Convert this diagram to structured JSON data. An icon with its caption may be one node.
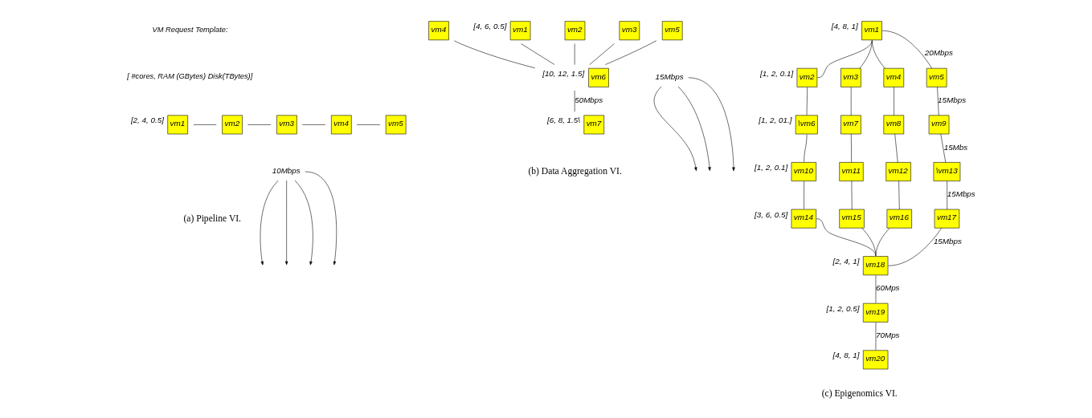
{
  "diagram": {
    "nodes": [
      {
        "text": [
          "vm1"
        ],
        "beside": [
          "[2, 4, 0.5]"
        ]
      },
      {
        "text": [
          "vm2"
        ]
      },
      {
        "text": [
          "vm3"
        ]
      },
      {
        "text": [
          "vm4"
        ]
      },
      {
        "text": [
          "vm5"
        ]
      },
      {
        "text": [
          "10Mbps"
        ]
      },
      {
        "text": [
          "vm1"
        ],
        "beside": [
          "[4, 6, 0.5]"
        ]
      },
      {
        "text": [
          "vm2"
        ]
      },
      {
        "text": [
          "vm3"
        ]
      },
      {
        "text": [
          "vm4"
        ]
      },
      {
        "text": [
          "vm5"
        ]
      },
      {
        "text": [
          "vm6"
        ],
        "beside": [
          "[10, 12, 1.5]"
        ]
      },
      {
        "text": [
          "vm7"
        ],
        "beside": [
          "[6, 8, 1.5\\"
        ]
      },
      {
        "text": [
          "15Mbps"
        ]
      },
      {
        "text": [
          "vm1"
        ],
        "beside": [
          "[4, 8, 1]"
        ]
      },
      {
        "text": [
          "vm2"
        ],
        "beside": [
          "[1, 2, 0.1]"
        ]
      },
      {
        "text": [
          "vm3"
        ]
      },
      {
        "text": [
          "vm4"
        ]
      },
      {
        "text": [
          "vm5"
        ]
      },
      {
        "text": [
          "\\vm6"
        ],
        "beside": [
          "[1, 2, 01.]"
        ]
      },
      {
        "text": [
          "vm7"
        ]
      },
      {
        "text": [
          "vm8"
        ]
      },
      {
        "text": [
          "vm9"
        ]
      },
      {
        "text": [
          "vm10"
        ],
        "beside": [
          "[1, 2, 0.1]"
        ]
      },
      {
        "text": [
          "vm11"
        ]
      },
      {
        "text": [
          "vm12"
        ]
      },
      {
        "text": [
          "\\vm13"
        ]
      },
      {
        "text": [
          "vm14"
        ],
        "beside": [
          "[3, 6, 0.5]"
        ]
      },
      {
        "text": [
          "vm15"
        ]
      },
      {
        "text": [
          "vm16"
        ]
      },
      {
        "text": [
          "vm17"
        ]
      },
      {
        "text": [
          "vm18"
        ],
        "beside": [
          "[2, 4, 1]"
        ]
      },
      {
        "text": [
          "vm19"
        ],
        "beside": [
          "[1, 2, 0.5]"
        ]
      },
      {
        "text": [
          "vm20"
        ],
        "beside": [
          "[4, 8, 1]"
        ]
      }
    ],
    "edges": [
      {
        "from": 0,
        "to": 1,
        "arrow": "none"
      },
      {
        "from": 1,
        "to": 2,
        "arrow": "none"
      },
      {
        "from": 2,
        "to": 3,
        "arrow": "none"
      },
      {
        "from": 3,
        "to": 4,
        "arrow": "none"
      },
      {
        "from": 5,
        "to": null,
        "arrow": "to"
      },
      {
        "from": 5,
        "to": null,
        "arrow": "to"
      },
      {
        "from": 5,
        "to": null,
        "arrow": "to"
      },
      {
        "from": 5,
        "to": null,
        "arrow": "to"
      },
      {
        "from": 6,
        "to": 11,
        "arrow": "none"
      },
      {
        "from": 7,
        "to": 11,
        "arrow": "none"
      },
      {
        "from": 8,
        "to": 11,
        "arrow": "none"
      },
      {
        "from": 9,
        "to": 11,
        "arrow": "none"
      },
      {
        "from": 10,
        "to": 11,
        "arrow": "none"
      },
      {
        "from": 11,
        "to": 12,
        "arrow": "none",
        "label": "50Mbps"
      },
      {
        "from": 13,
        "to": null,
        "arrow": "to"
      },
      {
        "from": 13,
        "to": null,
        "arrow": "to"
      },
      {
        "from": 13,
        "to": null,
        "arrow": "to"
      },
      {
        "from": 14,
        "to": 15,
        "arrow": "none"
      },
      {
        "from": 14,
        "to": 16,
        "arrow": "none"
      },
      {
        "from": 14,
        "to": 17,
        "arrow": "none"
      },
      {
        "from": 14,
        "to": 18,
        "arrow": "none",
        "label": "20Mbps"
      },
      {
        "from": 15,
        "to": 19,
        "arrow": "none"
      },
      {
        "from": 16,
        "to": 20,
        "arrow": "none"
      },
      {
        "from": 17,
        "to": 21,
        "arrow": "none"
      },
      {
        "from": 18,
        "to": 22,
        "arrow": "none",
        "label": "15Mbps"
      },
      {
        "from": 19,
        "to": 23,
        "arrow": "none"
      },
      {
        "from": 20,
        "to": 24,
        "arrow": "none"
      },
      {
        "from": 21,
        "to": 25,
        "arrow": "none"
      },
      {
        "from": 22,
        "to": 26,
        "arrow": "none",
        "label": "15Mbs"
      },
      {
        "from": 23,
        "to": 27,
        "arrow": "none"
      },
      {
        "from": 24,
        "to": 28,
        "arrow": "none"
      },
      {
        "from": 25,
        "to": 29,
        "arrow": "none"
      },
      {
        "from": 26,
        "to": 30,
        "arrow": "none",
        "label": "15Mbps"
      },
      {
        "from": 27,
        "to": 31,
        "arrow": "none"
      },
      {
        "from": 28,
        "to": 31,
        "arrow": "none"
      },
      {
        "from": 29,
        "to": 31,
        "arrow": "none"
      },
      {
        "from": 30,
        "to": 31,
        "arrow": "none",
        "label": "15Mbps"
      },
      {
        "from": 31,
        "to": 32,
        "arrow": "none",
        "label": "60Mps"
      },
      {
        "from": 32,
        "to": 33,
        "arrow": "none",
        "label": "70Mps"
      }
    ],
    "labels": [
      "VM Request Template:",
      "[ #cores, RAM (GBytes) Disk(TBytes)]",
      "(a) Pipeline VI.",
      "(b) Data Aggregation VI.",
      "(c) Epigenomics VI."
    ]
  }
}
